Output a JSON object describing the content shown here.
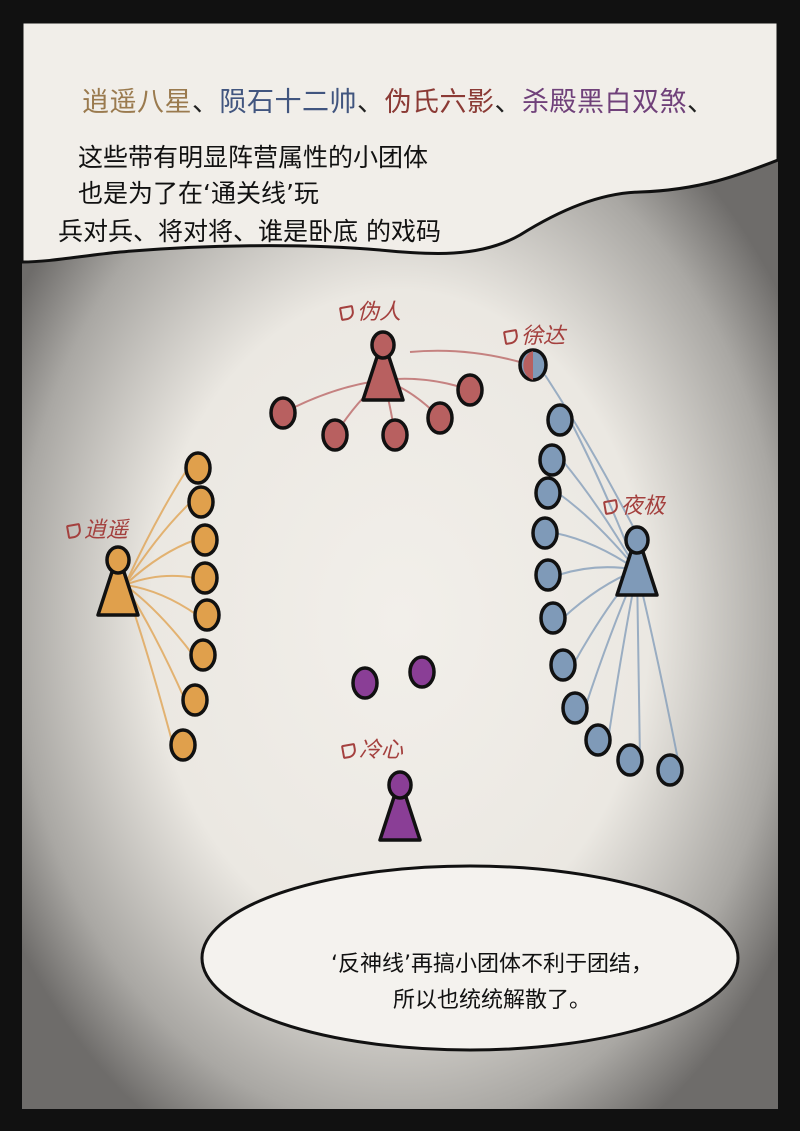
{
  "caption": {
    "groups": [
      {
        "text": "逍遥八星",
        "color": "#9a7a4e"
      },
      {
        "text": "、",
        "color": "#222222"
      },
      {
        "text": "陨石十二帅",
        "color": "#41557f"
      },
      {
        "text": "、",
        "color": "#222222"
      },
      {
        "text": "伪氏六影",
        "color": "#8b3a35"
      },
      {
        "text": "、",
        "color": "#222222"
      },
      {
        "text": "杀殿黑白双煞",
        "color": "#70417a"
      },
      {
        "text": "、",
        "color": "#222222"
      }
    ],
    "lines": [
      "这些带有明显阵营属性的小团体",
      "也是为了在‘通关线’玩",
      "兵对兵、将对将、谁是卧底  的戏码"
    ]
  },
  "labels": {
    "weiren": "伪人",
    "xuda": "徐达",
    "xiaoyao": "逍遥",
    "yeji": "夜极",
    "lengxin": "冷心"
  },
  "bottom_bubble": {
    "lines": [
      "‘反神线’再搞小团体不利于团结，",
      "所以也统统解散了。"
    ]
  },
  "colors": {
    "red": "#b86060",
    "blue": "#7f9ab8",
    "orange": "#e0a04c",
    "purple": "#8a3e96"
  }
}
